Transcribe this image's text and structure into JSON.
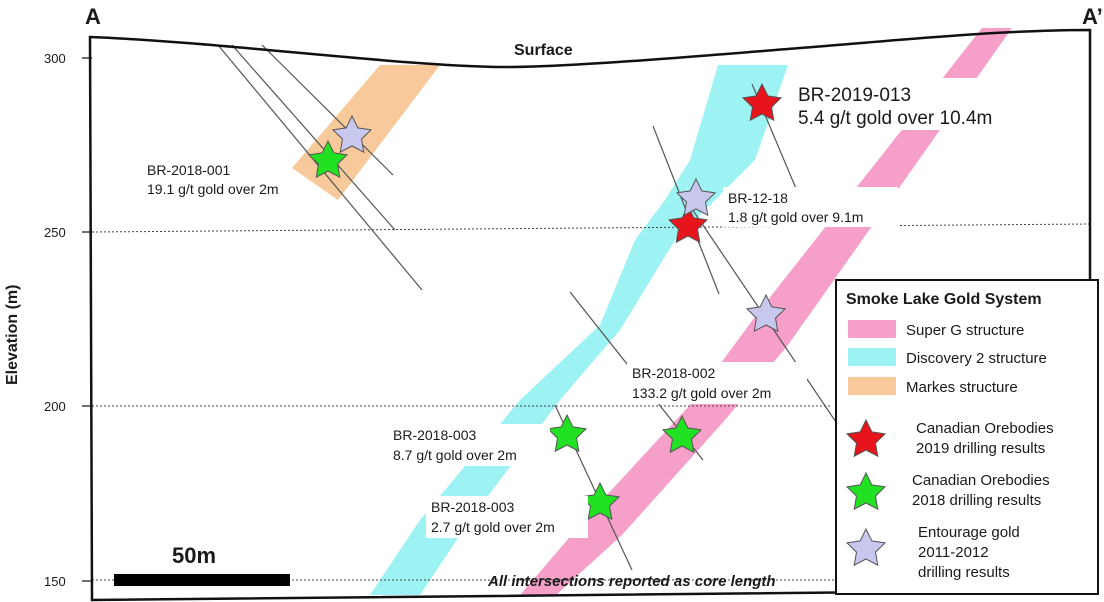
{
  "section": {
    "start_label": "A",
    "end_label": "A’",
    "surface_label": "Surface",
    "y_axis_label": "Elevation (m)",
    "y_ticks": [
      "300",
      "250",
      "200",
      "150"
    ],
    "scale_bar_label": "50m",
    "footnote": "All intersections reported as core length"
  },
  "intercepts": [
    {
      "hole": "BR-2019-013",
      "result": "5.4 g/t gold over 10.4m"
    },
    {
      "hole": "BR-12-18",
      "result": "1.8 g/t gold over 9.1m"
    },
    {
      "hole": "BR-2018-001",
      "result": "19.1 g/t gold over 2m"
    },
    {
      "hole": "BR-2018-002",
      "result": "133.2 g/t gold over 2m"
    },
    {
      "hole": "BR-2018-003",
      "result": "8.7 g/t gold over 2m"
    },
    {
      "hole": "BR-2018-003",
      "result": "2.7 g/t gold over 2m"
    }
  ],
  "legend": {
    "title": "Smoke Lake Gold System",
    "structures": [
      {
        "label": "Super G structure",
        "color": "#f59fc9"
      },
      {
        "label": "Discovery 2 structure",
        "color": "#9df3f3"
      },
      {
        "label": "Markes structure",
        "color": "#f8c99a"
      }
    ],
    "results": [
      {
        "line1": "Canadian Orebodies",
        "line2": "2019 drilling results",
        "line3": "",
        "color": "#e8141c"
      },
      {
        "line1": "Canadian Orebodies",
        "line2": "2018 drilling results",
        "line3": "",
        "color": "#22e022"
      },
      {
        "line1": "Entourage gold",
        "line2": "2011-2012",
        "line3": "drilling results",
        "color": "#c8c8ee"
      }
    ]
  }
}
